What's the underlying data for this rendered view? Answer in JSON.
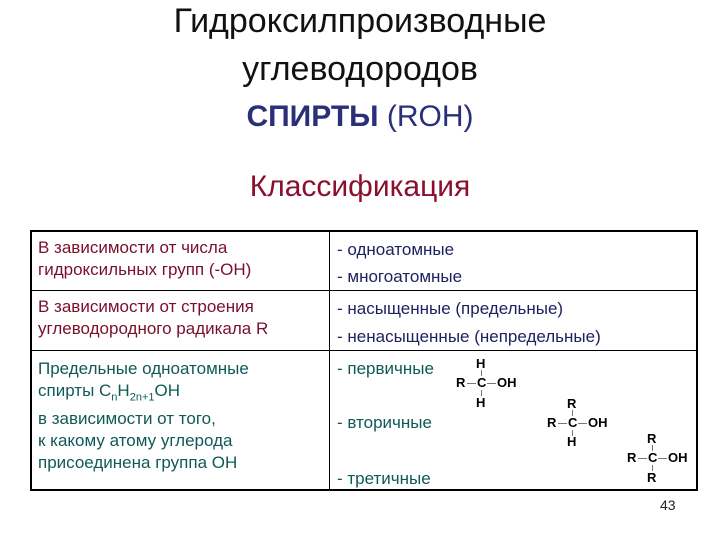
{
  "slide": {
    "title_line1": "Гидроксилпроизводные",
    "title_line2": "углеводородов",
    "title_bold": "СПИРТЫ",
    "title_formula": "(ROH)",
    "subtitle": "Классификация",
    "page_number": "43"
  },
  "table": {
    "rows": [
      {
        "left": [
          "В зависимости от числа",
          "гидроксильных групп (-OH)"
        ],
        "right": [
          "- одноатомные",
          "- многоатомные"
        ]
      },
      {
        "left": [
          "В зависимости от строения",
          "углеводородного радикала R"
        ],
        "right": [
          "- насыщенные (предельные)",
          "- ненасыщенные (непредельные)"
        ]
      },
      {
        "left_line1": "Предельные одноатомные",
        "left_line2_prefix": "спирты C",
        "left_sub_n": "n",
        "left_H": "H",
        "left_sub_2n1": "2n+1",
        "left_OH": "OH",
        "left_line3": "в зависимости от того,",
        "left_line4": "к какому атому углерода",
        "left_line5": "присоединена группа OH",
        "right": [
          "- первичные",
          "- вторичные",
          "- третичные"
        ]
      }
    ]
  },
  "structures": {
    "primary": {
      "top": "H",
      "left": "R",
      "center": "C",
      "right": "OH",
      "bottom": "H"
    },
    "secondary": {
      "top": "R",
      "left": "R",
      "center": "C",
      "right": "OH",
      "bottom": "H"
    },
    "tertiary": {
      "top": "R",
      "left": "R",
      "center": "C",
      "right": "OH",
      "bottom": "R"
    }
  },
  "colors": {
    "title": "#111111",
    "alcohols": "#2a2f7a",
    "classification": "#8b0f2e",
    "row_left_red": "#7a0f2c",
    "row_right_navy": "#1f2160",
    "row3_teal": "#0f5a56"
  }
}
